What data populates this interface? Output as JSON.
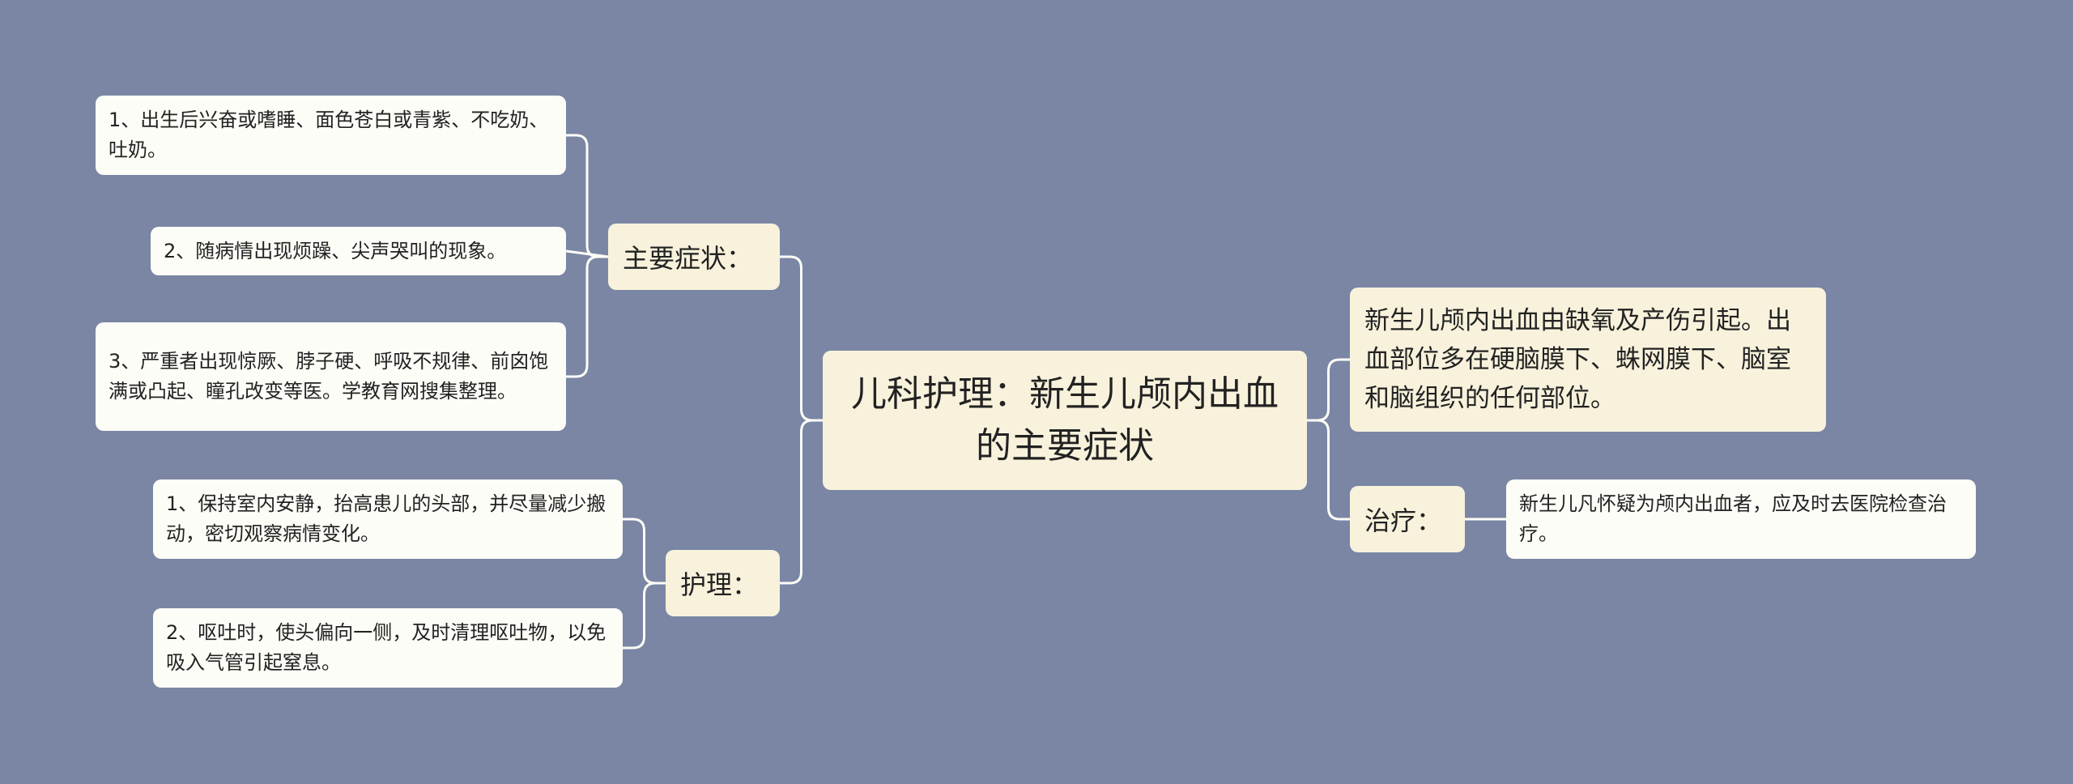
{
  "root": {
    "title": "儿科护理：新生儿颅内出血的主要症状"
  },
  "left": [
    {
      "label": "主要症状：",
      "items": [
        "1、出生后兴奋或嗜睡、面色苍白或青紫、不吃奶、吐奶。",
        "2、随病情出现烦躁、尖声哭叫的现象。",
        "3、严重者出现惊厥、脖子硬、呼吸不规律、前囟饱满或凸起、瞳孔改变等医。学教育网搜集整理。"
      ]
    },
    {
      "label": "护理：",
      "items": [
        "1、保持室内安静，抬高患儿的头部，并尽量减少搬动，密切观察病情变化。",
        "2、呕吐时，使头偏向一侧，及时清理呕吐物，以免吸入气管引起窒息。"
      ]
    }
  ],
  "right": {
    "description": "新生儿颅内出血由缺氧及产伤引起。出血部位多在硬脑膜下、蛛网膜下、脑室和脑组织的任何部位。",
    "treatment": {
      "label": "治疗：",
      "text": "新生儿凡怀疑为颅内出血者，应及时去医院检查治疗。"
    }
  },
  "colors": {
    "background": "#7a86a4",
    "connector": "#fdfdf7"
  }
}
